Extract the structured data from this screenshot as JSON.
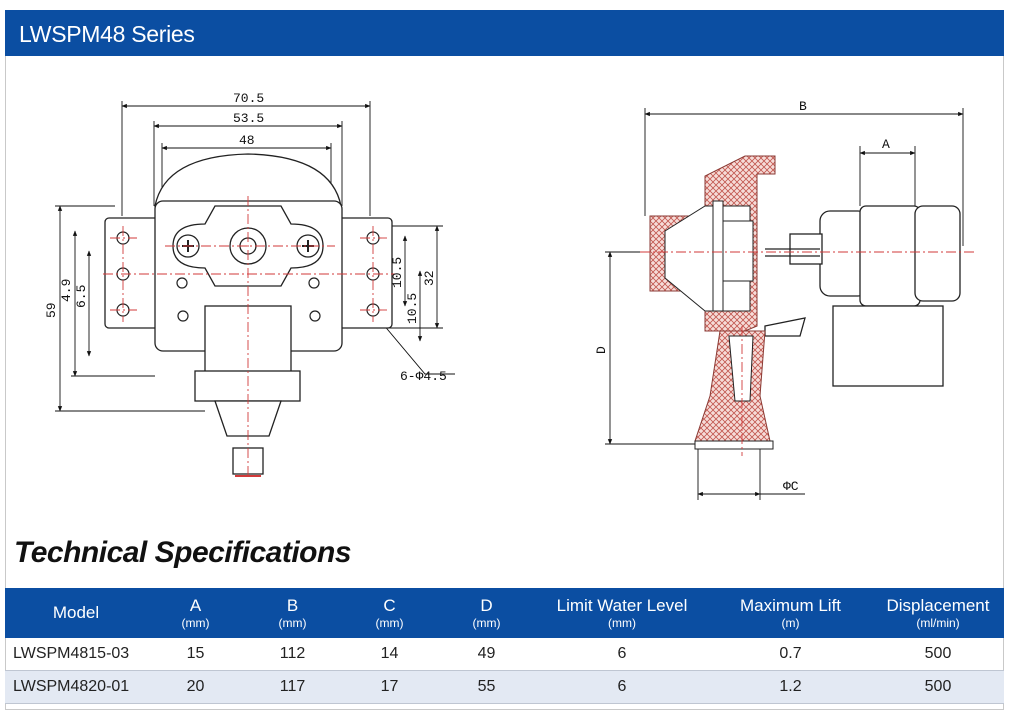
{
  "banner": {
    "title": "LWSPM48 Series"
  },
  "drawing_front": {
    "labels": [
      "70.5",
      "53.5",
      "48",
      "59",
      "4.9",
      "6.5",
      "10.5",
      "10.5",
      "32",
      "6-Φ4.5"
    ]
  },
  "drawing_side": {
    "labels": [
      "B",
      "A",
      "D",
      "ΦC"
    ]
  },
  "section": {
    "heading": "Technical Specifications"
  },
  "table": {
    "columns": [
      {
        "name": "Model",
        "unit": ""
      },
      {
        "name": "A",
        "unit": "(mm)"
      },
      {
        "name": "B",
        "unit": "(mm)"
      },
      {
        "name": "C",
        "unit": "(mm)"
      },
      {
        "name": "D",
        "unit": "(mm)"
      },
      {
        "name": "Limit Water Level",
        "unit": "(mm)"
      },
      {
        "name": "Maximum Lift",
        "unit": "(m)"
      },
      {
        "name": "Displacement",
        "unit": "(ml/min)"
      }
    ],
    "rows": [
      [
        "LWSPM4815-03",
        "15",
        "112",
        "14",
        "49",
        "6",
        "0.7",
        "500"
      ],
      [
        "LWSPM4820-01",
        "20",
        "117",
        "17",
        "55",
        "6",
        "1.2",
        "500"
      ]
    ]
  },
  "colors": {
    "banner": "#0b4ea2",
    "alt_row": "#e3e9f3",
    "hatch": "#c2574f"
  }
}
